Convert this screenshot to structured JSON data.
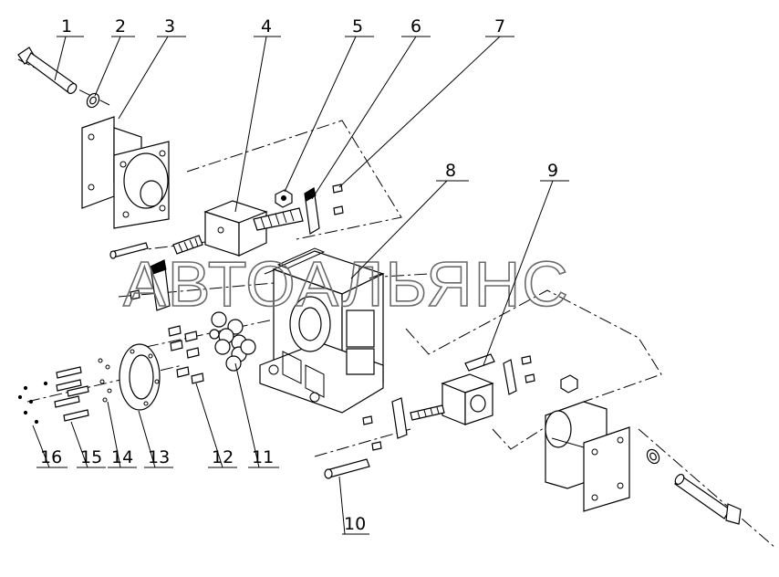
{
  "watermark": "АВТОАЛЬЯНС",
  "callouts": [
    {
      "id": "1",
      "label": "1"
    },
    {
      "id": "2",
      "label": "2"
    },
    {
      "id": "3",
      "label": "3"
    },
    {
      "id": "4",
      "label": "4"
    },
    {
      "id": "5",
      "label": "5"
    },
    {
      "id": "6",
      "label": "6"
    },
    {
      "id": "7",
      "label": "7"
    },
    {
      "id": "8",
      "label": "8"
    },
    {
      "id": "9",
      "label": "9"
    },
    {
      "id": "10",
      "label": "10"
    },
    {
      "id": "11",
      "label": "11"
    },
    {
      "id": "12",
      "label": "12"
    },
    {
      "id": "13",
      "label": "13"
    },
    {
      "id": "14",
      "label": "14"
    },
    {
      "id": "15",
      "label": "15"
    },
    {
      "id": "16",
      "label": "16"
    }
  ]
}
